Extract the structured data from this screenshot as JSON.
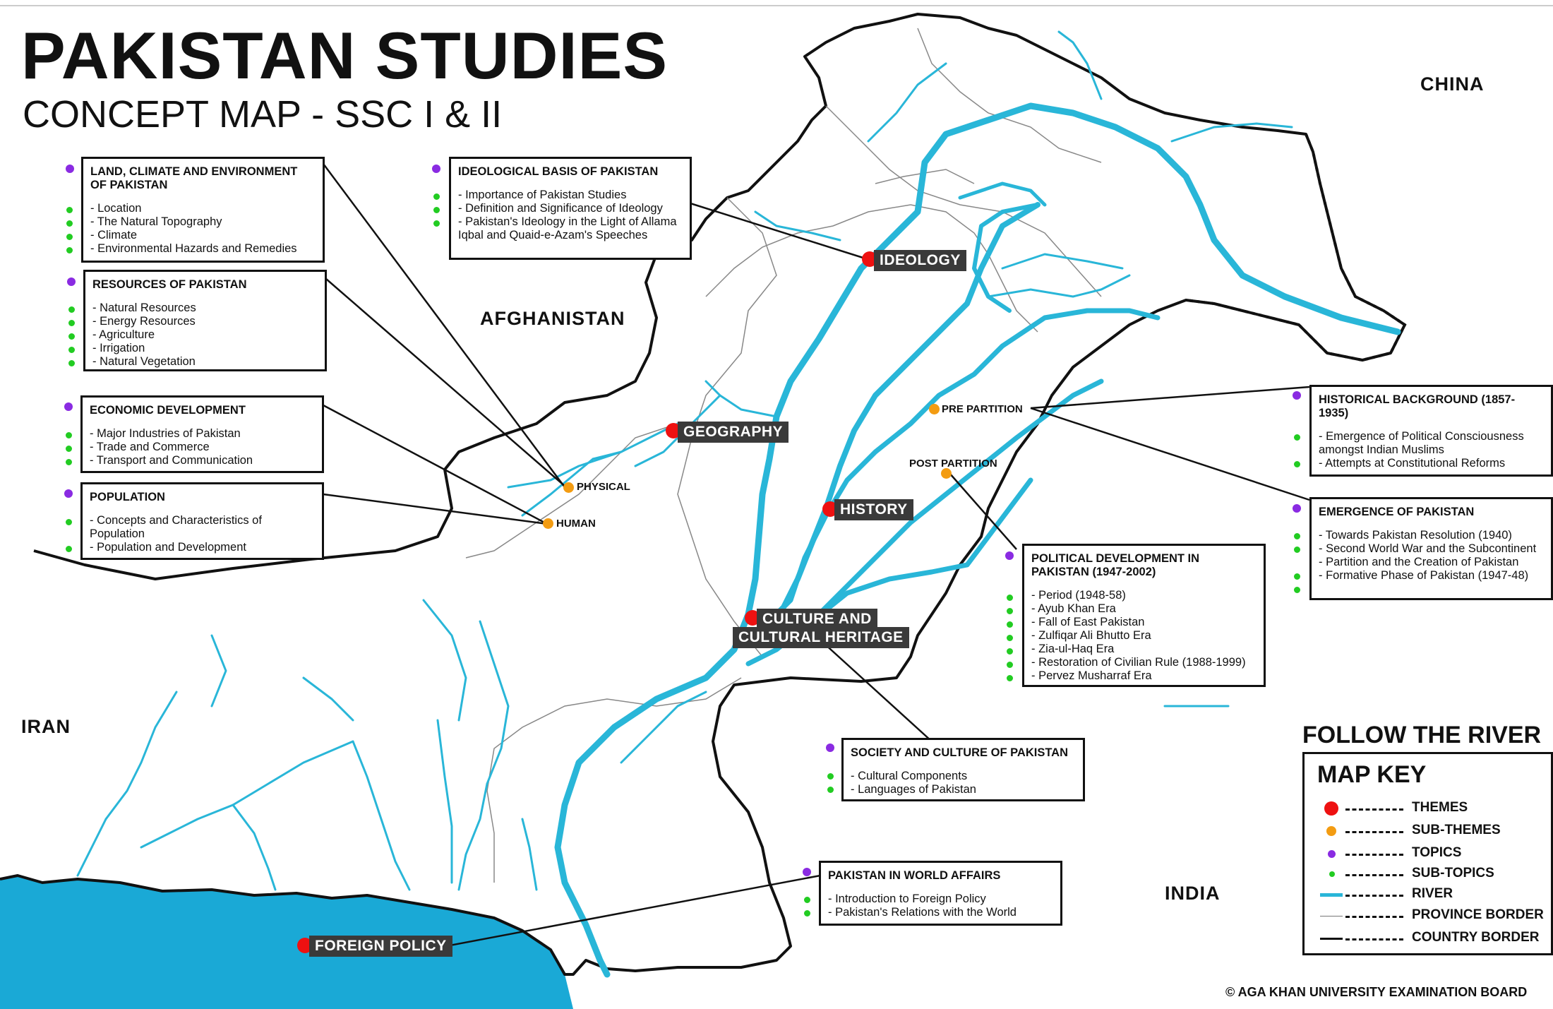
{
  "header": {
    "title": "PAKISTAN STUDIES",
    "subtitle": "CONCEPT MAP - SSC I & II"
  },
  "countries": {
    "china": "CHINA",
    "afghanistan": "AFGHANISTAN",
    "iran": "IRAN",
    "india": "INDIA"
  },
  "colors": {
    "theme": "#ee1111",
    "sub_theme": "#f39c12",
    "topic": "#8a2be2",
    "sub_topic": "#22cc22",
    "river": "#29b6d8",
    "sea": "#1aa9d6"
  },
  "themes": {
    "ideology": "IDEOLOGY",
    "geography": "GEOGRAPHY",
    "history": "HISTORY",
    "culture_1": "CULTURE AND",
    "culture_2": "CULTURAL HERITAGE",
    "foreign_policy": "FOREIGN POLICY"
  },
  "sub_themes": {
    "physical": "PHYSICAL",
    "human": "HUMAN",
    "pre_partition": "PRE PARTITION",
    "post_partition": "POST PARTITION"
  },
  "boxes": {
    "land": {
      "title": "LAND, CLIMATE AND ENVIRONMENT OF PAKISTAN",
      "items": [
        "- Location",
        "- The Natural Topography",
        "- Climate",
        "- Environmental Hazards and Remedies"
      ]
    },
    "resources": {
      "title": "RESOURCES OF PAKISTAN",
      "items": [
        "- Natural Resources",
        "- Energy Resources",
        "- Agriculture",
        "- Irrigation",
        "- Natural Vegetation"
      ]
    },
    "economic": {
      "title": "ECONOMIC DEVELOPMENT",
      "items": [
        "- Major Industries of Pakistan",
        "- Trade and Commerce",
        "- Transport and Communication"
      ]
    },
    "population": {
      "title": "POPULATION",
      "items": [
        "- Concepts and Characteristics of Population",
        "- Population and Development"
      ]
    },
    "ideological": {
      "title": "IDEOLOGICAL BASIS OF PAKISTAN",
      "items": [
        "- Importance of Pakistan Studies",
        "- Definition and Significance of Ideology",
        "- Pakistan's Ideology in the Light of Allama Iqbal and Quaid-e-Azam's Speeches"
      ]
    },
    "historical": {
      "title": "HISTORICAL BACKGROUND (1857-1935)",
      "items": [
        "- Emergence of Political Consciousness amongst Indian Muslims",
        "- Attempts at Constitutional Reforms"
      ]
    },
    "emergence": {
      "title": "EMERGENCE OF PAKISTAN",
      "items": [
        "- Towards Pakistan Resolution (1940)",
        "- Second World War and the Subcontinent",
        "- Partition and the Creation of Pakistan",
        "- Formative Phase of Pakistan (1947-48)"
      ]
    },
    "political": {
      "title": "POLITICAL DEVELOPMENT IN PAKISTAN (1947-2002)",
      "items": [
        "- Period (1948-58)",
        "- Ayub Khan Era",
        "- Fall of East Pakistan",
        "- Zulfiqar Ali Bhutto Era",
        "- Zia-ul-Haq Era",
        "- Restoration of Civilian Rule (1988-1999)",
        "- Pervez Musharraf Era"
      ]
    },
    "society": {
      "title": "SOCIETY AND CULTURE OF PAKISTAN",
      "items": [
        "- Cultural Components",
        "- Languages of Pakistan"
      ]
    },
    "world": {
      "title": "PAKISTAN IN WORLD AFFAIRS",
      "items": [
        "- Introduction to Foreign Policy",
        "- Pakistan's Relations with the World"
      ]
    }
  },
  "legend": {
    "follow": "FOLLOW THE RIVER",
    "title": "MAP KEY",
    "rows": [
      "THEMES",
      "SUB-THEMES",
      "TOPICS",
      "SUB-TOPICS",
      "RIVER",
      "PROVINCE BORDER",
      "COUNTRY BORDER"
    ]
  },
  "credit": "© AGA KHAN UNIVERSITY EXAMINATION BOARD"
}
